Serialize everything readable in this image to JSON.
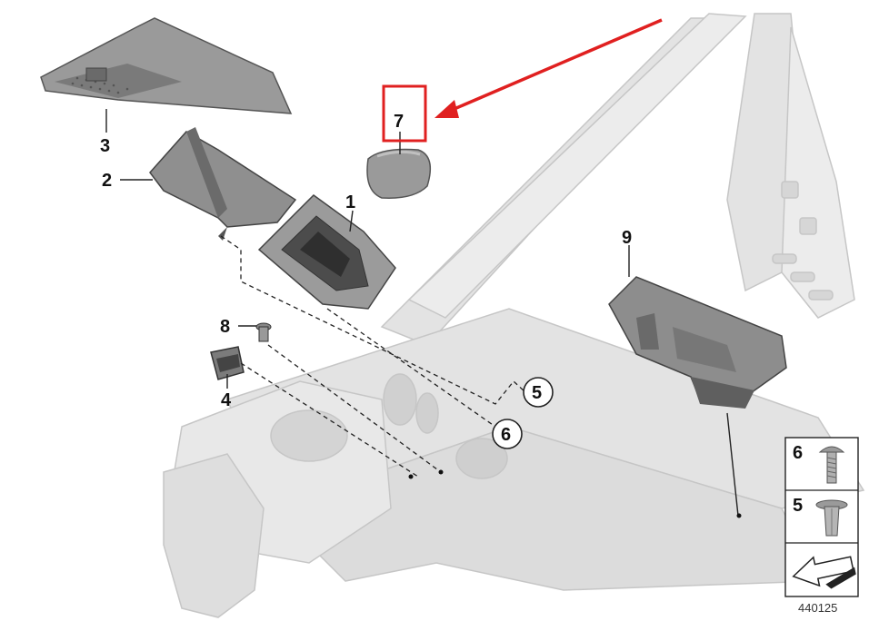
{
  "diagram_number": "440125",
  "callouts": [
    {
      "id": "callout-1",
      "label": "1"
    },
    {
      "id": "callout-2",
      "label": "2"
    },
    {
      "id": "callout-3",
      "label": "3"
    },
    {
      "id": "callout-4",
      "label": "4"
    },
    {
      "id": "callout-5",
      "label": "5"
    },
    {
      "id": "callout-6",
      "label": "6"
    },
    {
      "id": "callout-7",
      "label": "7"
    },
    {
      "id": "callout-8",
      "label": "8"
    },
    {
      "id": "callout-9",
      "label": "9"
    }
  ],
  "legend": {
    "items": [
      {
        "label": "6",
        "icon": "flat-head-bolt-icon"
      },
      {
        "label": "5",
        "icon": "expanding-rivet-icon"
      }
    ],
    "direction_icon": "front-direction-arrow-icon"
  },
  "highlight": {
    "target_label": "7",
    "color": "#e02020"
  },
  "colors": {
    "body_frame": "#e2e2e2",
    "body_frame_edge": "#c4c4c4",
    "parts": "#8e8e8e",
    "parts_dark": "#5e5e5e",
    "highlight": "#e02020"
  }
}
